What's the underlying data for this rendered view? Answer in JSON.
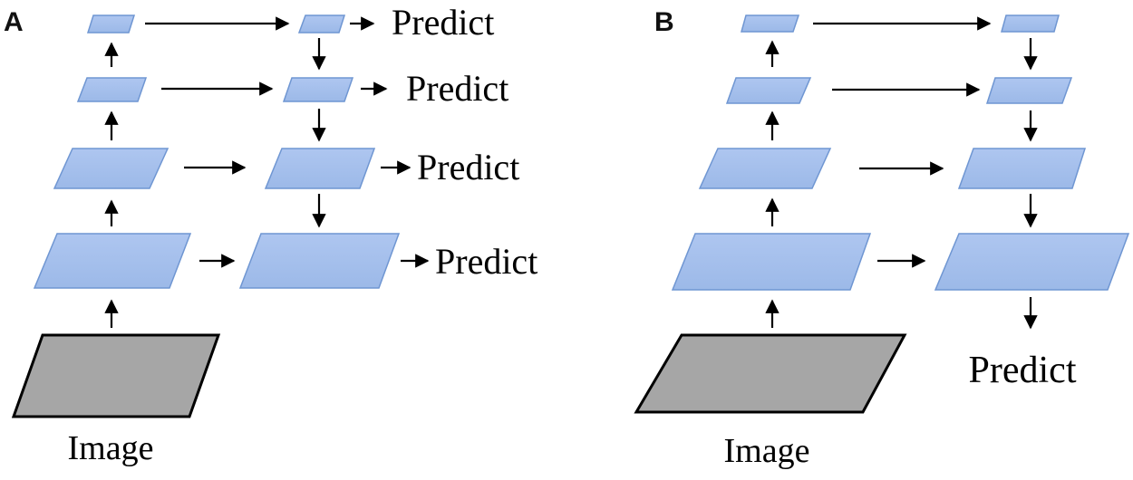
{
  "panels": [
    {
      "label": "A",
      "image_label": "Image",
      "predict_labels": [
        "Predict",
        "Predict",
        "Predict",
        "Predict"
      ]
    },
    {
      "label": "B",
      "image_label": "Image",
      "predict_labels": [
        "Predict"
      ]
    }
  ],
  "colors": {
    "feature_fill_top": "#aec6f0",
    "feature_fill_bottom": "#9cb9e8",
    "feature_stroke": "#6f96d2",
    "image_fill": "#a6a6a6",
    "image_stroke": "#000000",
    "arrow": "#000000"
  }
}
